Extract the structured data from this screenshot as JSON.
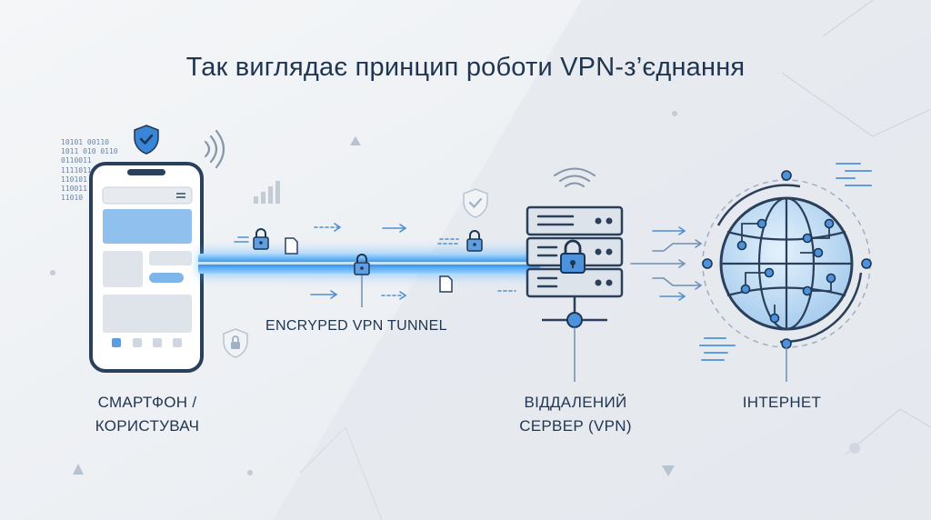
{
  "title": "Так виглядає принцип роботи VPN-з’єднання",
  "nodes": {
    "phone": {
      "label_line1": "СМАРТФОН /",
      "label_line2": "КОРИСТУВАЧ"
    },
    "server": {
      "label_line1": "ВІДДАЛЕНИЙ",
      "label_line2": "СЕРВЕР (VPN)"
    },
    "internet": {
      "label": "ІНТЕРНЕТ"
    }
  },
  "tunnel": {
    "label": "ENCRYPED VPN TUNNEL"
  },
  "binary_lines": [
    "10101 00110",
    "1011 010 0110",
    "0110011",
    "1111011",
    "110101",
    "110011",
    "11010"
  ],
  "colors": {
    "accent": "#3a86d6",
    "tunnel_glow": "#4fb0ff",
    "ink": "#1f3550",
    "line": "#6f8fb3"
  },
  "icons": [
    "shield-check-icon",
    "wifi-icon",
    "signal-bars-icon",
    "lock-icon",
    "document-icon",
    "arrow-right-icon",
    "server-icon",
    "globe-icon",
    "shield-icon"
  ]
}
